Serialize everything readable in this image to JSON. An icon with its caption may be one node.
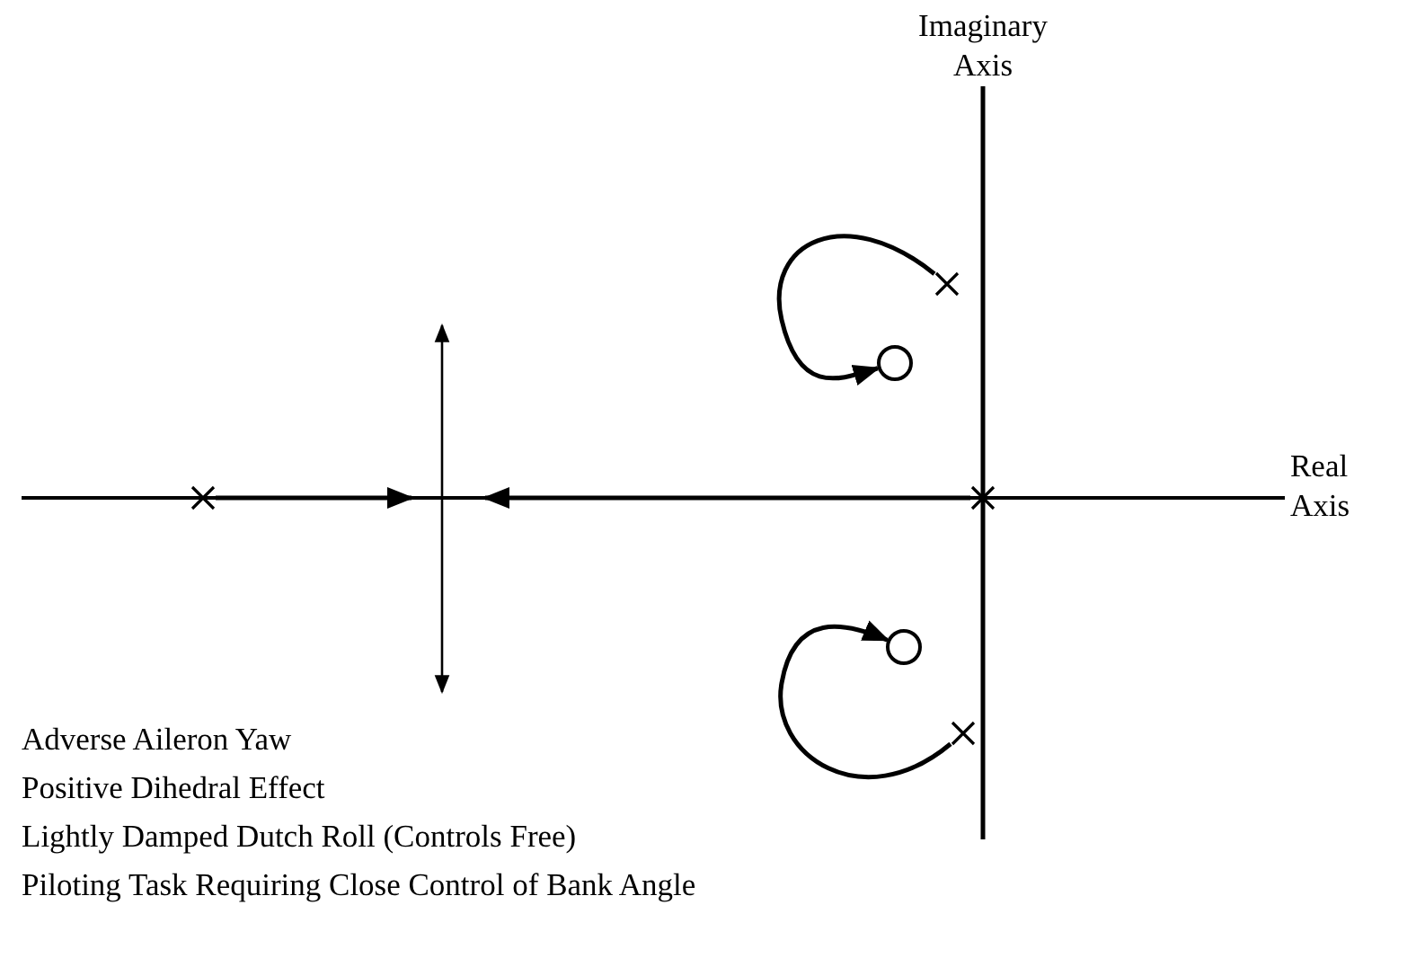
{
  "diagram": {
    "nodes": [
      {
        "text": [],
        "shape": "cross"
      },
      {
        "text": [],
        "shape": "circle"
      },
      {
        "text": [],
        "shape": "cross"
      },
      {
        "text": [],
        "shape": "cross"
      },
      {
        "text": [],
        "shape": "circle"
      },
      {
        "text": [],
        "shape": "cross"
      }
    ],
    "edges": [
      {
        "from": 0,
        "to": 1,
        "arrow": "to"
      },
      {
        "from": 2,
        "to": null,
        "arrow": "to"
      },
      {
        "from": 3,
        "to": null,
        "arrow": "to"
      },
      {
        "from": 5,
        "to": 4,
        "arrow": "to"
      }
    ],
    "labels": [
      "Imaginary Axis",
      "Real Axis",
      "Adverse Aileron Yaw",
      "Positive Dihedral Effect",
      "Lightly Damped Dutch Roll (Controls Free)",
      "Piloting Task Requiring Close Control of Bank Angle"
    ]
  }
}
